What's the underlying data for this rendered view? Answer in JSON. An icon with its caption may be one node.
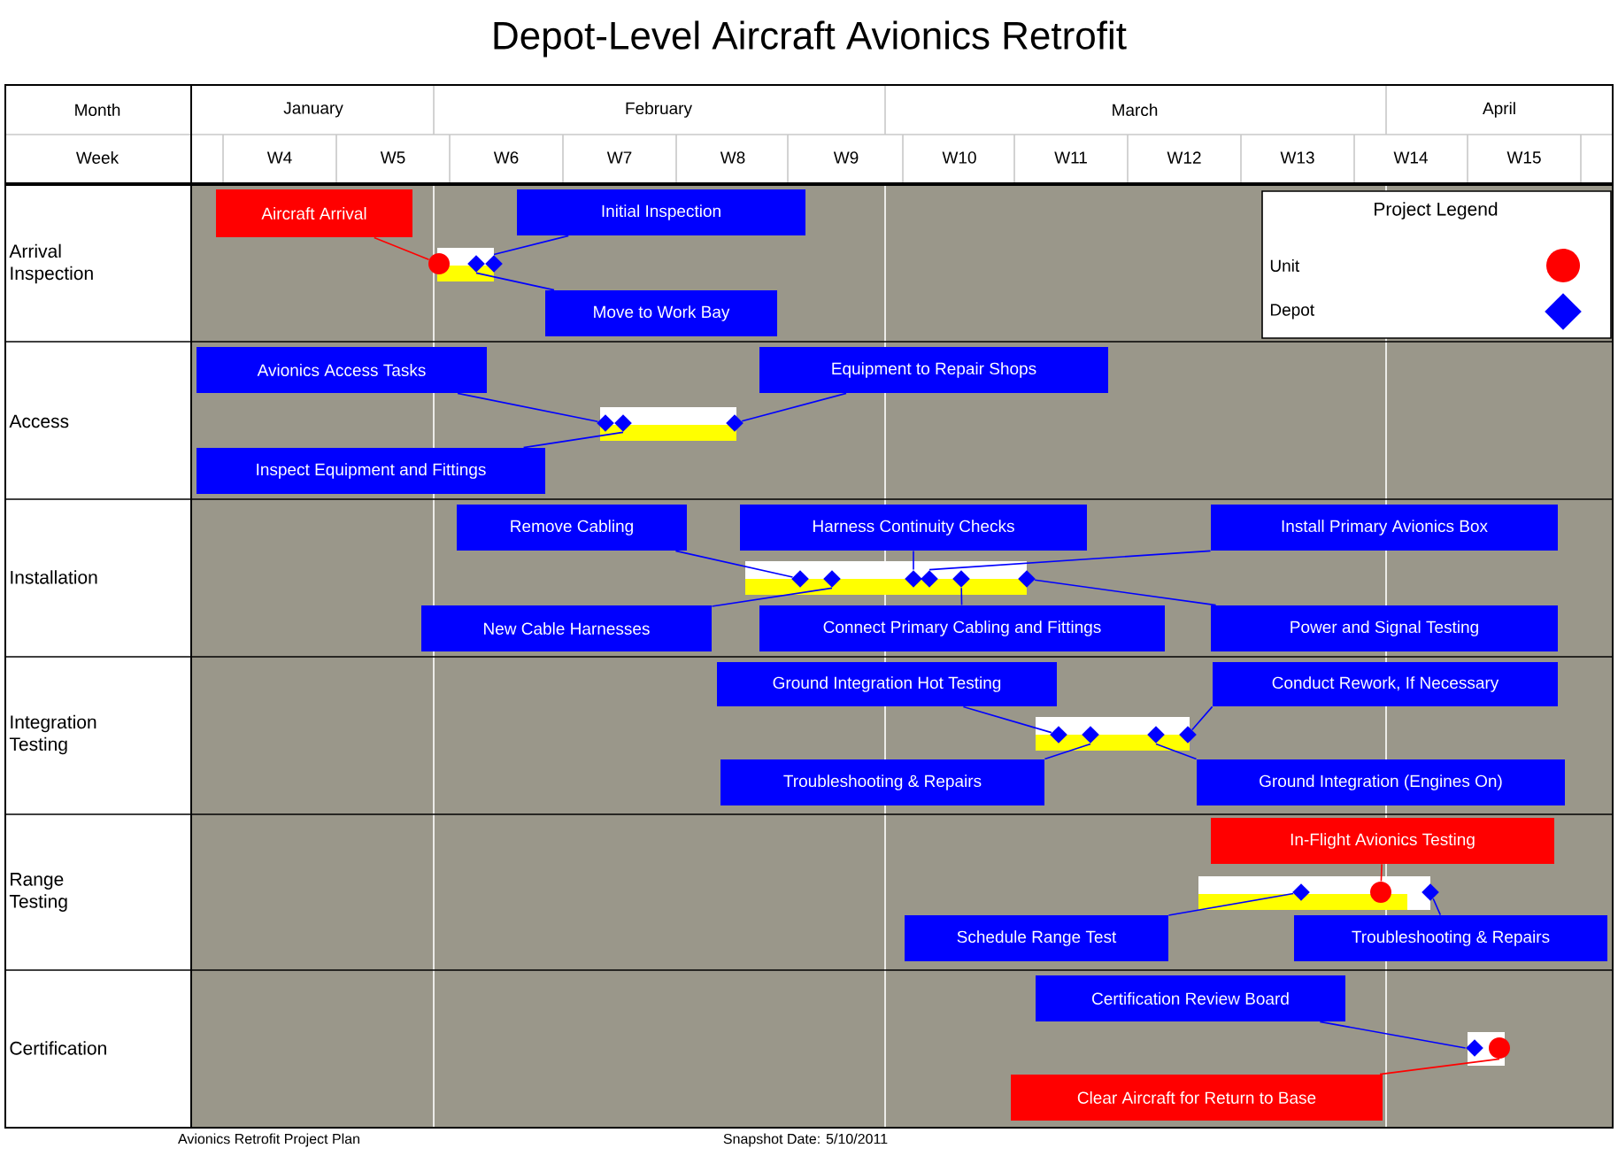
{
  "diagram": {
    "title": "Depot-Level Aircraft Avionics Retrofit",
    "nodes": [
      {
        "text": [
          "Aircraft Arrival"
        ]
      },
      {
        "text": [
          "Initial Inspection"
        ]
      },
      {
        "text": [
          "Move to Work Bay"
        ]
      },
      {
        "text": [],
        "shape": "circle"
      },
      {
        "text": [],
        "shape": "diamond"
      },
      {
        "text": [],
        "shape": "diamond"
      },
      {
        "text": [
          "Avionics Access Tasks"
        ]
      },
      {
        "text": [
          "Equipment to Repair Shops"
        ]
      },
      {
        "text": [
          "Inspect Equipment and Fittings"
        ]
      },
      {
        "text": [],
        "shape": "diamond"
      },
      {
        "text": [],
        "shape": "diamond"
      },
      {
        "text": [],
        "shape": "diamond"
      },
      {
        "text": [
          "Remove Cabling"
        ]
      },
      {
        "text": [
          "Harness Continuity Checks"
        ]
      },
      {
        "text": [
          "Install Primary Avionics Box"
        ]
      },
      {
        "text": [
          "New Cable Harnesses"
        ]
      },
      {
        "text": [
          "Connect Primary Cabling and Fittings"
        ]
      },
      {
        "text": [
          "Power and Signal Testing"
        ]
      },
      {
        "text": [],
        "shape": "diamond"
      },
      {
        "text": [],
        "shape": "diamond"
      },
      {
        "text": [],
        "shape": "diamond"
      },
      {
        "text": [],
        "shape": "diamond"
      },
      {
        "text": [],
        "shape": "diamond"
      },
      {
        "text": [],
        "shape": "diamond"
      },
      {
        "text": [
          "Ground Integration Hot Testing"
        ]
      },
      {
        "text": [
          "Conduct Rework, If Necessary"
        ]
      },
      {
        "text": [
          "Troubleshooting & Repairs"
        ]
      },
      {
        "text": [
          "Ground Integration (Engines On)"
        ]
      },
      {
        "text": [],
        "shape": "diamond"
      },
      {
        "text": [],
        "shape": "diamond"
      },
      {
        "text": [],
        "shape": "diamond"
      },
      {
        "text": [],
        "shape": "diamond"
      },
      {
        "text": [
          "In-Flight Avionics Testing"
        ]
      },
      {
        "text": [
          "Schedule Range Test"
        ]
      },
      {
        "text": [
          "Troubleshooting & Repairs"
        ]
      },
      {
        "text": [],
        "shape": "diamond"
      },
      {
        "text": [],
        "shape": "circle"
      },
      {
        "text": [],
        "shape": "diamond"
      },
      {
        "text": [
          "Certification Review Board"
        ]
      },
      {
        "text": [
          "Clear Aircraft for Return to Base"
        ]
      },
      {
        "text": [],
        "shape": "diamond"
      },
      {
        "text": [],
        "shape": "circle"
      }
    ],
    "edges": [
      {
        "from": 0,
        "to": 3,
        "arrow": "none",
        "color": "#ff0000"
      },
      {
        "from": 1,
        "to": 5,
        "arrow": "none"
      },
      {
        "from": 2,
        "to": 4,
        "arrow": "none"
      },
      {
        "from": 6,
        "to": 9,
        "arrow": "none"
      },
      {
        "from": 8,
        "to": 10,
        "arrow": "none"
      },
      {
        "from": 7,
        "to": 11,
        "arrow": "none"
      },
      {
        "from": 12,
        "to": 18,
        "arrow": "none"
      },
      {
        "from": 15,
        "to": 19,
        "arrow": "none"
      },
      {
        "from": 13,
        "to": 20,
        "arrow": "none"
      },
      {
        "from": 14,
        "to": 21,
        "arrow": "none"
      },
      {
        "from": 16,
        "to": 22,
        "arrow": "none"
      },
      {
        "from": 17,
        "to": 23,
        "arrow": "none"
      },
      {
        "from": 24,
        "to": 28,
        "arrow": "none"
      },
      {
        "from": 26,
        "to": 29,
        "arrow": "none"
      },
      {
        "from": 27,
        "to": 30,
        "arrow": "none"
      },
      {
        "from": 25,
        "to": 31,
        "arrow": "none"
      },
      {
        "from": 32,
        "to": 36,
        "arrow": "none",
        "color": "#ff0000"
      },
      {
        "from": 33,
        "to": 35,
        "arrow": "none"
      },
      {
        "from": 34,
        "to": 37,
        "arrow": "none"
      },
      {
        "from": 38,
        "to": 40,
        "arrow": "none"
      },
      {
        "from": 39,
        "to": 41,
        "arrow": "none",
        "color": "#ff0000"
      }
    ],
    "labels": [
      "Month",
      "January",
      "February",
      "March",
      "April",
      "Week",
      "W4",
      "W5",
      "W6",
      "W7",
      "W8",
      "W9",
      "W10",
      "W11",
      "W12",
      "W13",
      "W14",
      "W15",
      "Arrival Inspection",
      "Access",
      "Installation",
      "Integration Testing",
      "Range Testing",
      "Certification",
      "Project Legend",
      "Avionics Retrofit Project Plan",
      "Snapshot Date: 5/10/2011"
    ],
    "legend": [
      {
        "text": "Unit"
      },
      {
        "text": "Depot"
      }
    ]
  }
}
